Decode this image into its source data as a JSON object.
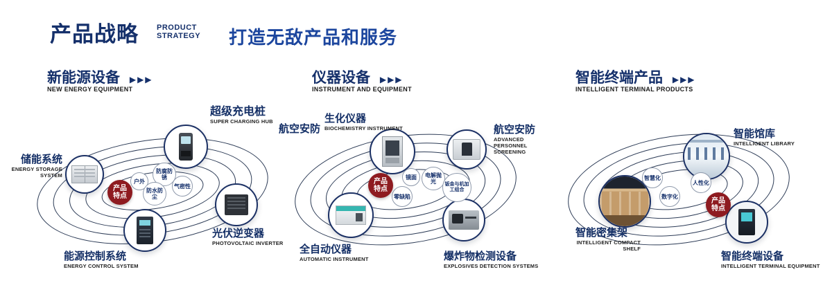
{
  "header": {
    "title_cn": "产品战略",
    "title_en_line1": "PRODUCT",
    "title_en_line2": "STRATEGY",
    "slogan": "打造无敌产品和服务",
    "accent_color": "#15306b",
    "badge_color": "#8e1b20"
  },
  "sections": [
    {
      "title_cn": "新能源设备",
      "title_en": "NEW ENERGY EQUIPMENT",
      "center_badge": "产品特点",
      "features": [
        {
          "label": "户外"
        },
        {
          "label": "防腐防锈"
        },
        {
          "label": "气密性"
        },
        {
          "label": "防水防尘"
        }
      ],
      "products": [
        {
          "cn": "超级充电桩",
          "en": "SUPER CHARGING HUB"
        },
        {
          "cn": "储能系统",
          "en": "ENERGY STORAGE SYSTEM"
        },
        {
          "cn": "光伏逆变器",
          "en": "PHOTOVOLTAIC INVERTER"
        },
        {
          "cn": "能源控制系统",
          "en": "ENERGY CONTROL SYSTEM"
        }
      ]
    },
    {
      "title_cn": "仪器设备",
      "title_en": "INSTRUMENT AND EQUIPMENT",
      "center_badge": "产品特点",
      "side_label": "航空安防",
      "features": [
        {
          "label": "镜面"
        },
        {
          "label": "电解抛光"
        },
        {
          "label": "零缺陷"
        },
        {
          "label": "钣金与机加工组合"
        }
      ],
      "products": [
        {
          "cn": "生化仪器",
          "en": "BIOCHEMISTRY INSTRUMENT"
        },
        {
          "cn": "航空安防",
          "en": "ADVANCED PERSONNEL SCREENING"
        },
        {
          "cn": "全自动仪器",
          "en": "AUTOMATIC INSTRUMENT"
        },
        {
          "cn": "爆炸物检测设备",
          "en": "EXPLOSIVES DETECTION SYSTEMS"
        }
      ]
    },
    {
      "title_cn": "智能终端产品",
      "title_en": "INTELLIGENT TERMINAL PRODUCTS",
      "center_badge": "产品特点",
      "features": [
        {
          "label": "智慧化"
        },
        {
          "label": "人性化"
        },
        {
          "label": "数字化"
        }
      ],
      "products": [
        {
          "cn": "智能馆库",
          "en": "INTELLIGENT LIBRARY"
        },
        {
          "cn": "智能密集架",
          "en": "INTELLIGENT COMPACT SHELF"
        },
        {
          "cn": "智能终端设备",
          "en": "INTELLIGENT TERMINAL EQUIPMENT"
        }
      ]
    }
  ]
}
